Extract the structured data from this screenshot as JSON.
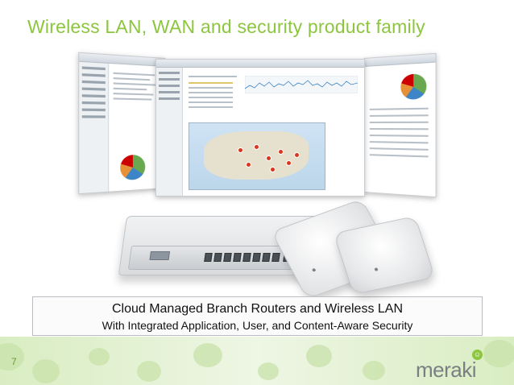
{
  "slide": {
    "title": "Wireless LAN, WAN and security product family",
    "page_number": "7"
  },
  "caption": {
    "line1": "Cloud Managed Branch Routers and Wireless LAN",
    "line2": "With Integrated Application, User, and Content-Aware Security"
  },
  "logo": {
    "text": "meraki",
    "icon": "smiley-icon"
  },
  "colors": {
    "accent_green": "#8cc63f",
    "footer_green": "#d9edc2",
    "logo_gray": "#7a7f84"
  }
}
